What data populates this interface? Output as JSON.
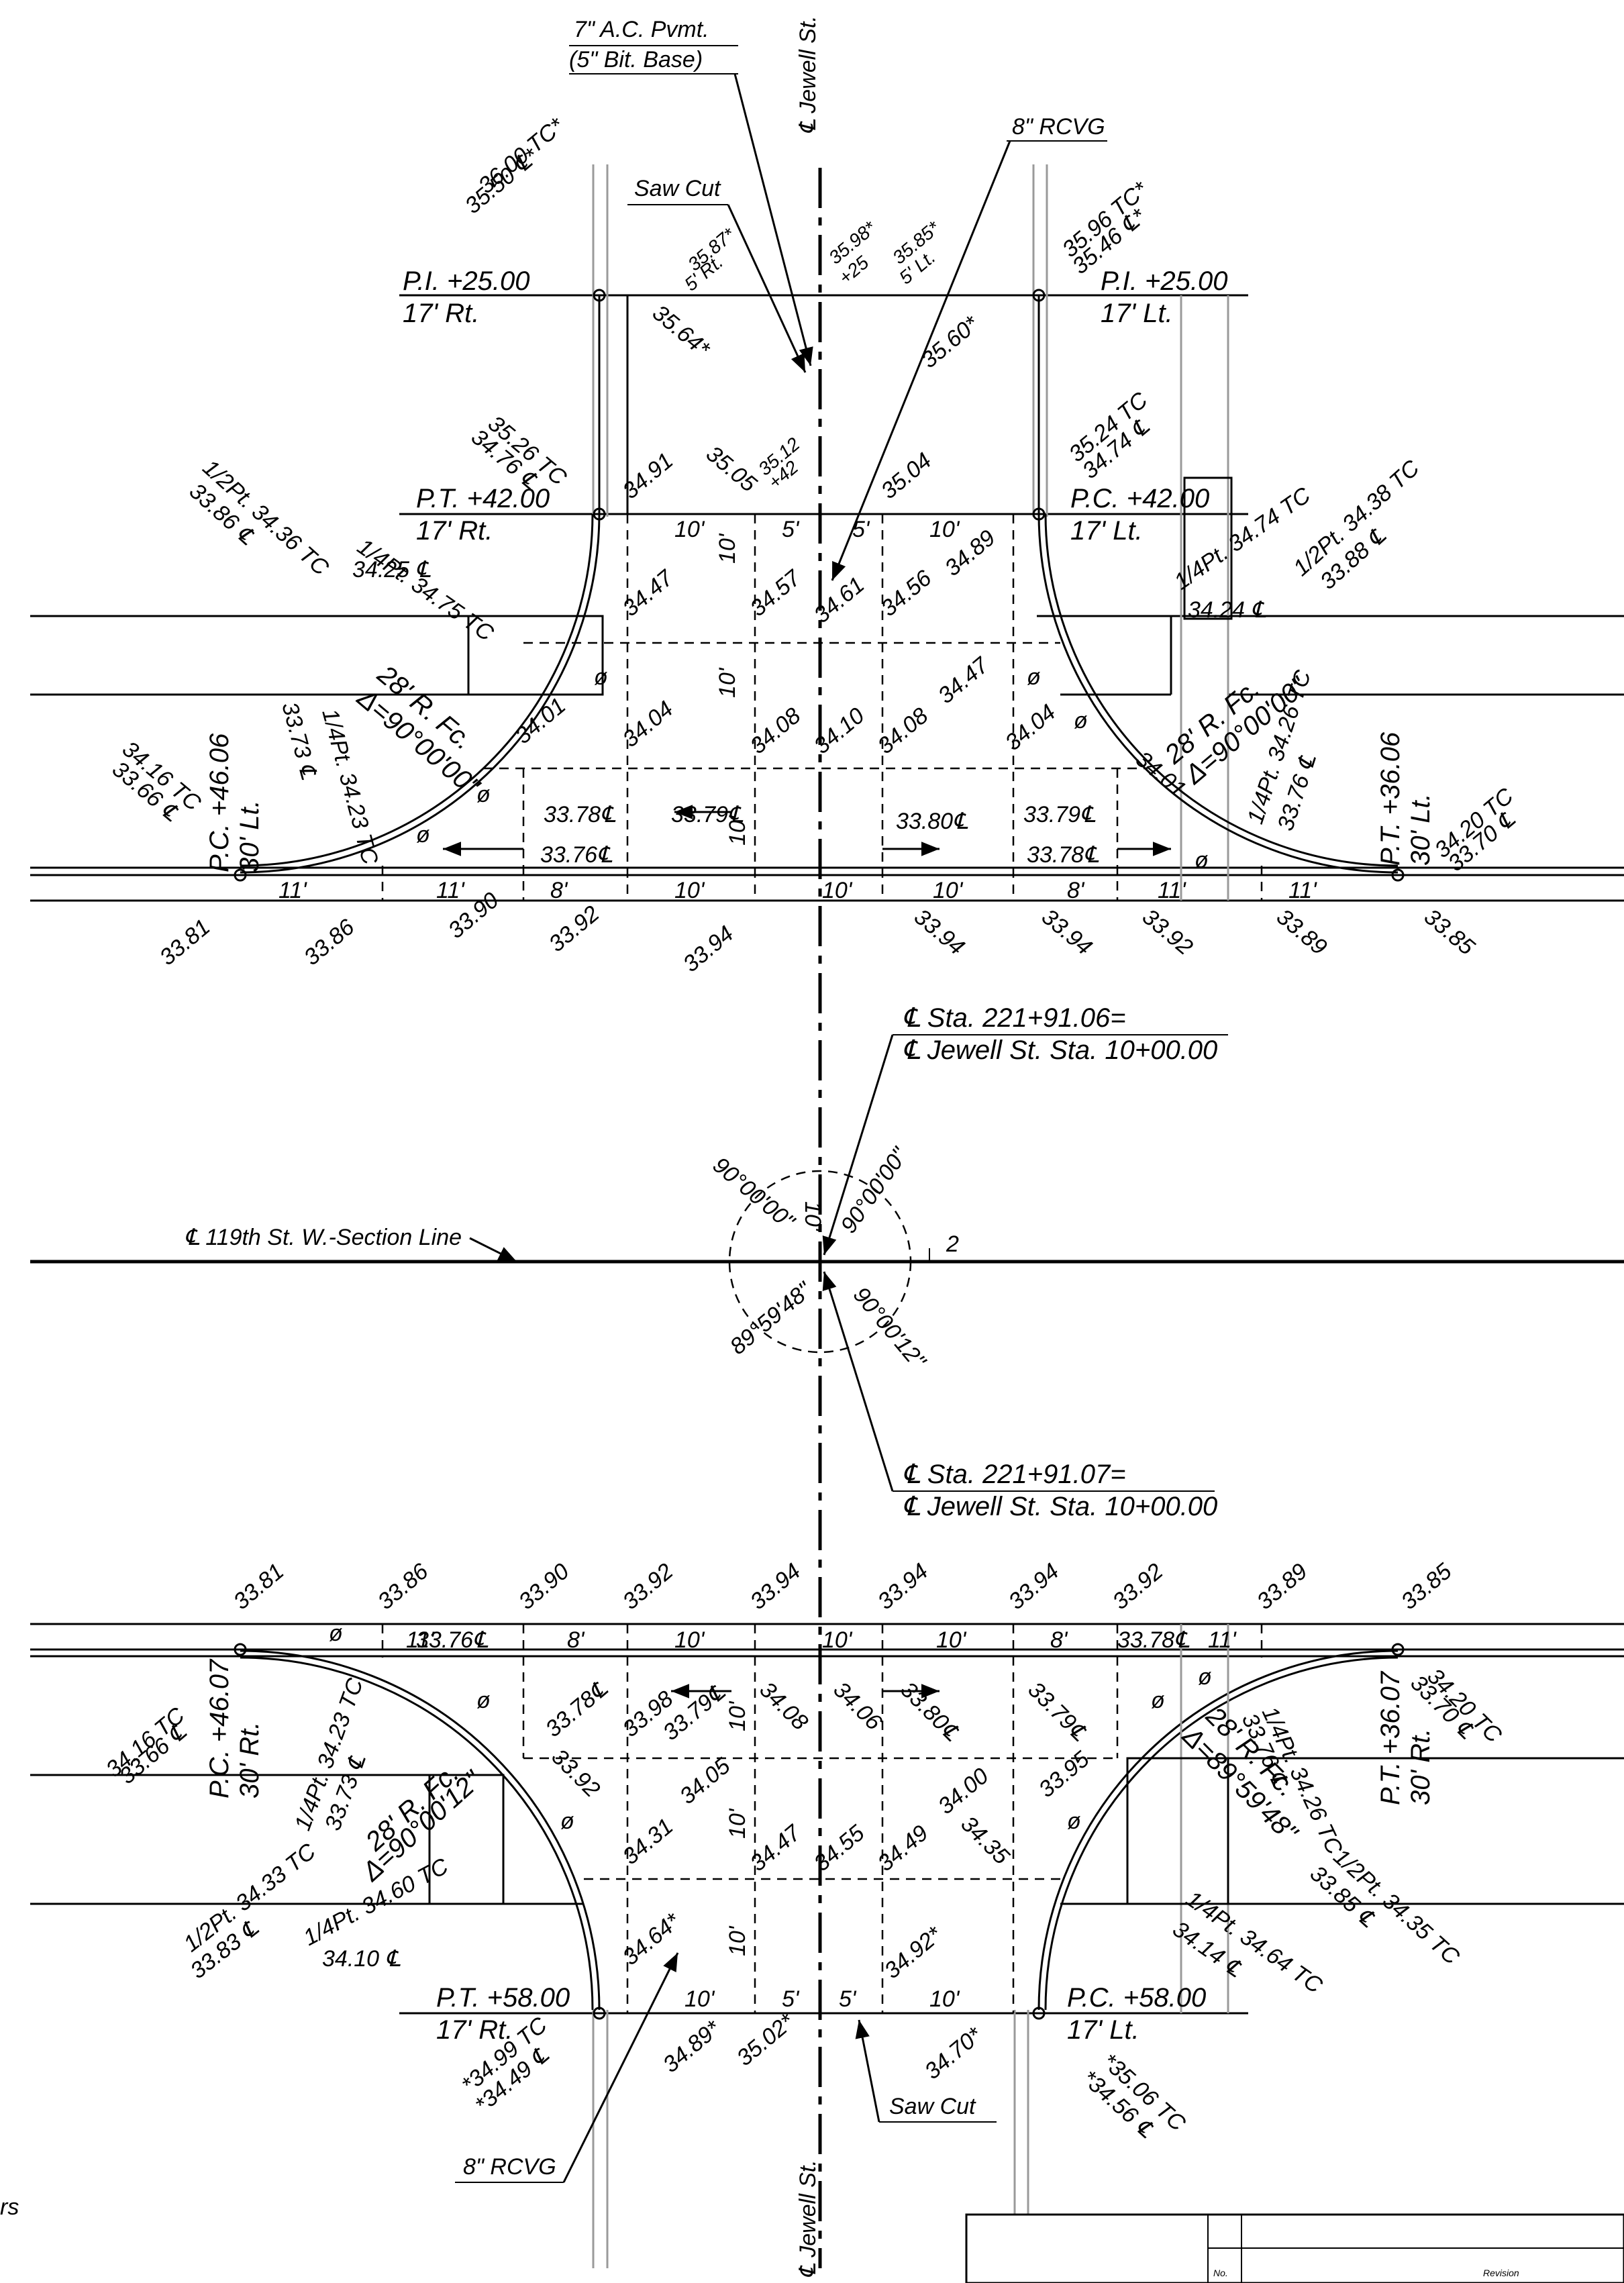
{
  "callouts": {
    "pavement_1": "7\" A.C. Pvmt.",
    "pavement_2": "(5\" Bit. Base)",
    "rcvg_top": "8\" RCVG",
    "rcvg_bottom": "8\" RCVG",
    "saw_cut_top": "Saw Cut",
    "saw_cut_bottom": "Saw Cut",
    "jewell_top": "℄ Jewell St.",
    "jewell_bottom": "℄ Jewell St.",
    "section_line": "℄ 119th St. W.-Section Line",
    "sta_top_1": "℄ Sta. 221+91.06=",
    "sta_top_2": "℄ Jewell St. Sta. 10+00.00",
    "sta_bot_1": "℄ Sta. 221+91.07=",
    "sta_bot_2": "℄ Jewell St. Sta. 10+00.00",
    "section_no": "2",
    "left_edge_fragment": "rs"
  },
  "angles": {
    "a1": "90°00'00\"",
    "a2": "90°00'00\"",
    "a3": "89°59'48\"",
    "a4": "90°00'12\""
  },
  "stations": {
    "pi_left": [
      "P.I. +25.00",
      "17' Rt."
    ],
    "pi_right": [
      "P.I. +25.00",
      "17' Lt."
    ],
    "pt_left_top": [
      "P.T. +42.00",
      "17' Rt."
    ],
    "pc_right_top": [
      "P.C. +42.00",
      "17' Lt."
    ],
    "pc_left_top": [
      "P.C. +46.06",
      "30' Lt."
    ],
    "pt_right_top": [
      "P.T. +36.06",
      "30' Lt."
    ],
    "pc_left_bot": [
      "P.C. +46.07",
      "30' Rt."
    ],
    "pt_right_bot": [
      "P.T. +36.07",
      "30' Rt."
    ],
    "pt_left_bot": [
      "P.T. +58.00",
      "17' Rt."
    ],
    "pc_right_bot": [
      "P.C. +58.00",
      "17' Lt."
    ]
  },
  "curves": {
    "c_tl": [
      "28' R. Fc.",
      "Δ=90°00'00\""
    ],
    "c_tr": [
      "28' R. Fc.",
      "Δ=90°00'00\""
    ],
    "c_bl": [
      "28' R. Fc.",
      "Δ=90°00'12\""
    ],
    "c_br": [
      "28' R. Fc.",
      "Δ=89°59'48\""
    ]
  },
  "elevations_top": {
    "e1": [
      "36.00 TC*",
      "35.50 ℄*"
    ],
    "e2": [
      "35.87*",
      "5' Rt."
    ],
    "e3": [
      "35.98*",
      "+25"
    ],
    "e4": [
      "35.85*",
      "5' Lt."
    ],
    "e5": [
      "35.96 TC*",
      "35.46 ℄*"
    ],
    "e6": "35.64*",
    "e7": "35.60*",
    "e8": [
      "35.26 TC",
      "34.76 ℄"
    ],
    "e9": [
      "35.24 TC",
      "34.74 ℄"
    ],
    "g1": "34.91",
    "g2": "35.05",
    "g3": [
      "35.12",
      "+42"
    ],
    "g4": "35.04",
    "g5": "34.47",
    "g6": "34.57",
    "g7": "34.61",
    "g8": "34.56",
    "g9": "34.89",
    "g10": "34.01",
    "g11": "34.04",
    "g12": "34.08",
    "g13": "34.10",
    "g14": "34.08",
    "g15": "34.47",
    "g16": "34.04",
    "g17": "34.01",
    "g18": "33.78℄",
    "g19": "33.79℄",
    "g20": "33.80℄",
    "g21": "33.79℄",
    "g22": "33.76℄",
    "g23": "33.78℄",
    "qtl": [
      "1/4Pt. 34.75 TC",
      "34.25 ℄"
    ],
    "htl": [
      "1/2Pt. 34.36 TC",
      "33.86 ℄"
    ],
    "qtr": [
      "1/4Pt. 34.74 TC",
      "34.24 ℄"
    ],
    "htr": [
      "1/2Pt. 34.38 TC",
      "33.88 ℄"
    ],
    "ql2": [
      "1/4Pt. 34.23 TC",
      "33.73 ℄"
    ],
    "qr2": [
      "1/4Pt. 34.26 TC",
      "33.76 ℄"
    ],
    "pcl": [
      "34.16 TC",
      "33.66 ℄"
    ],
    "ptr": [
      "34.20 TC",
      "33.70 ℄"
    ],
    "b1": "33.81",
    "b2": "33.86",
    "b3": "33.90",
    "b4": "33.92",
    "b5": "33.94",
    "b6": "33.94",
    "b7": "33.94",
    "b8": "33.92",
    "b9": "33.89",
    "b10": "33.85"
  },
  "elevations_bottom": {
    "t1": "33.81",
    "t2": "33.86",
    "t3": "33.90",
    "t4": "33.92",
    "t5": "33.94",
    "t6": "33.94",
    "t7": "33.94",
    "t8": "33.92",
    "t9": "33.89",
    "t10": "33.85",
    "r1": "33.76℄",
    "r2": "33.78℄",
    "r3": "33.78℄",
    "r4": "33.98",
    "r5": "33.79℄",
    "r6": "34.08",
    "r7": "34.06",
    "r8": "33.80℄",
    "r9": "33.79℄",
    "s1": "33.92",
    "s2": "34.31",
    "s3": "34.05",
    "s4": "34.47",
    "s5": "34.55",
    "s6": "34.49",
    "s7": "34.00",
    "s8": "34.35",
    "s9": "33.95",
    "u1": "34.64*",
    "u2": "34.89*",
    "u3": "35.02*",
    "u4": "34.92*",
    "u5": "34.70*",
    "pcl": [
      "34.16 TC",
      "33.66 ℄"
    ],
    "ptr": [
      "34.20 TC",
      "33.70 ℄"
    ],
    "ql": [
      "1/4Pt. 34.23 TC",
      "33.73 ℄"
    ],
    "qr": [
      "1/4Pt. 34.26 TC",
      "33.76 ℄"
    ],
    "hbl": [
      "1/2Pt. 34.33 TC",
      "33.83 ℄"
    ],
    "qbl": [
      "1/4Pt. 34.60 TC",
      "34.10 ℄"
    ],
    "qbr": [
      "1/4Pt. 34.64 TC",
      "34.14 ℄"
    ],
    "hbr": [
      "1/2Pt. 34.35 TC",
      "33.85 ℄"
    ],
    "ebl": [
      "*34.99 TC",
      "*34.49 ℄"
    ],
    "ebr": [
      "*35.06 TC",
      "*34.56 ℄"
    ]
  },
  "dims": {
    "d10": "10'",
    "d5": "5'",
    "d8": "8'",
    "d11": "11'",
    "phi": "ø"
  },
  "title_block": {
    "no": "No.",
    "revision": "Revision"
  }
}
